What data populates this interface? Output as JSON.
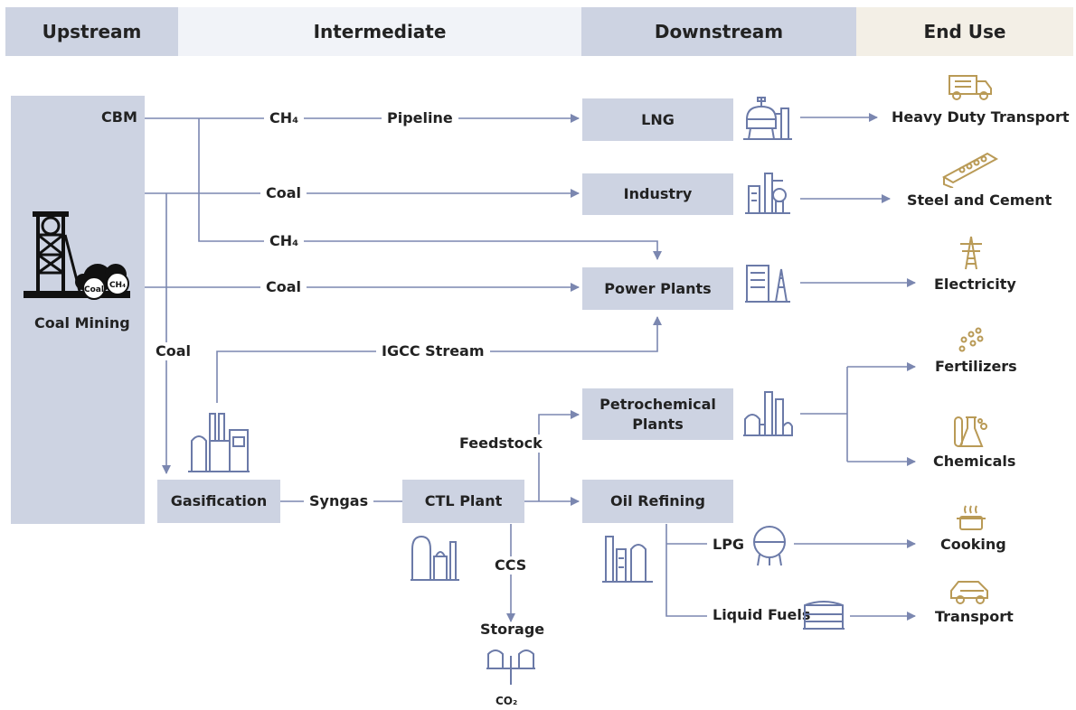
{
  "columns": {
    "upstream": "Upstream",
    "intermediate": "Intermediate",
    "downstream": "Downstream",
    "end_use": "End Use"
  },
  "colors": {
    "header_blue": "#cdd3e2",
    "header_light": "#f1f3f8",
    "header_beige": "#f3efe6",
    "box": "#cdd3e2",
    "line": "#7b87b0",
    "icon_blue": "#6b7aa8",
    "icon_gold": "#b99a56"
  },
  "upstream": {
    "cbm": "CBM",
    "coal_mining": "Coal Mining",
    "icon_coal": "Coal",
    "icon_ch4": "CH₄"
  },
  "flows": {
    "ch4_top": "CH₄",
    "pipeline": "Pipeline",
    "coal_industry": "Coal",
    "ch4_power": "CH₄",
    "coal_power": "Coal",
    "coal_down": "Coal",
    "igcc": "IGCC Stream",
    "feedstock": "Feedstock",
    "syngas": "Syngas",
    "ccs": "CCS",
    "lpg": "LPG",
    "liquid_fuels": "Liquid Fuels"
  },
  "nodes": {
    "lng": "LNG",
    "industry": "Industry",
    "power_plants": "Power Plants",
    "petrochemical_1": "Petrochemical",
    "petrochemical_2": "Plants",
    "oil_refining": "Oil Refining",
    "gasification": "Gasification",
    "ctl_plant": "CTL Plant",
    "storage": "Storage",
    "co2": "CO₂"
  },
  "end_uses": {
    "heavy_duty": "Heavy Duty Transport",
    "steel_cement": "Steel and Cement",
    "electricity": "Electricity",
    "fertilizers": "Fertilizers",
    "chemicals": "Chemicals",
    "cooking": "Cooking",
    "transport": "Transport"
  },
  "icons": [
    "truck-icon",
    "steel-beam-icon",
    "power-tower-icon",
    "granules-icon",
    "lab-flask-icon",
    "cooking-pot-icon",
    "car-icon",
    "lng-plant-icon",
    "factory-icon",
    "power-plant-icon",
    "petrochemical-icon",
    "refinery-icon",
    "storage-tank-icon",
    "pressure-sphere-icon",
    "fuel-tank-icon",
    "gasifier-icon",
    "ctl-plant-icon",
    "co2-storage-icon",
    "coal-mine-icon"
  ]
}
